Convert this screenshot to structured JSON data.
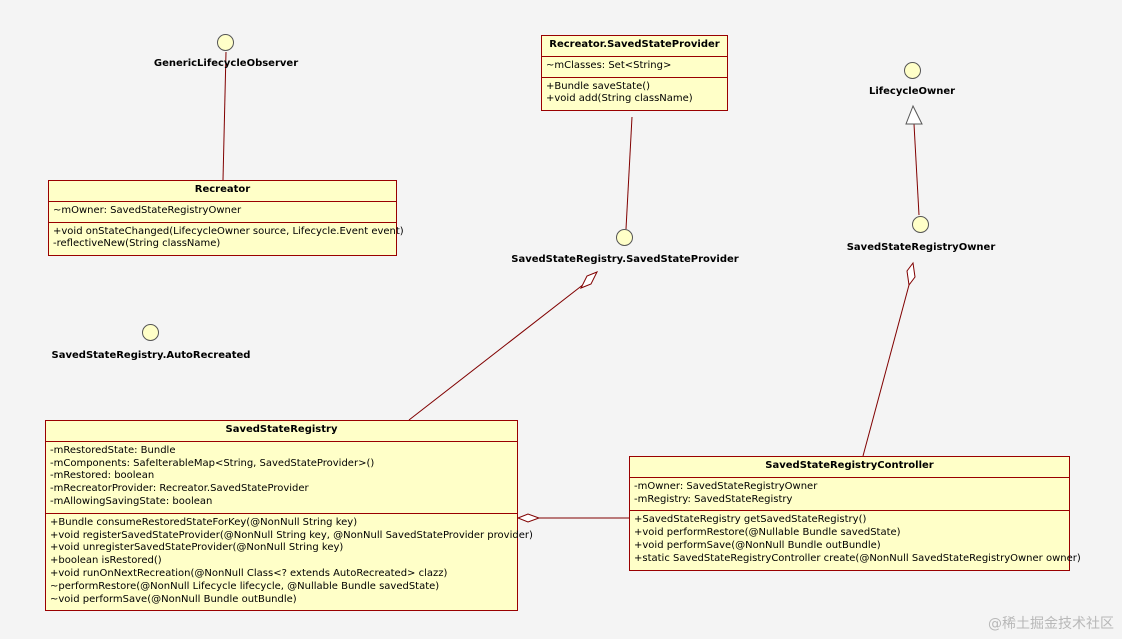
{
  "interfaces": {
    "generic_lifecycle_observer": "GenericLifecycleObserver",
    "lifecycle_owner": "LifecycleOwner",
    "saved_state_registry_owner": "SavedStateRegistryOwner",
    "saved_state_provider": "SavedStateRegistry.SavedStateProvider",
    "auto_recreated": "SavedStateRegistry.AutoRecreated"
  },
  "recreator_provider": {
    "name": "Recreator.SavedStateProvider",
    "attributes": [
      "~mClasses:  Set<String>"
    ],
    "operations": [
      "+Bundle saveState()",
      "+void add(String className)"
    ]
  },
  "recreator": {
    "name": "Recreator",
    "attributes": [
      "~mOwner:  SavedStateRegistryOwner"
    ],
    "operations": [
      "+void onStateChanged(LifecycleOwner source, Lifecycle.Event event)",
      "-reflectiveNew(String className)"
    ]
  },
  "saved_state_registry": {
    "name": "SavedStateRegistry",
    "attributes": [
      "-mRestoredState:  Bundle",
      "-mComponents:  SafeIterableMap<String, SavedStateProvider>()",
      "-mRestored:  boolean",
      "-mRecreatorProvider:  Recreator.SavedStateProvider",
      "-mAllowingSavingState:  boolean"
    ],
    "operations": [
      "+Bundle consumeRestoredStateForKey(@NonNull String key)",
      "+void registerSavedStateProvider(@NonNull String key, @NonNull SavedStateProvider provider)",
      "+void unregisterSavedStateProvider(@NonNull String key)",
      "+boolean isRestored()",
      "+void runOnNextRecreation(@NonNull Class<? extends AutoRecreated> clazz)",
      "~performRestore(@NonNull Lifecycle lifecycle, @Nullable Bundle savedState)",
      "~void performSave(@NonNull Bundle outBundle)"
    ]
  },
  "controller": {
    "name": "SavedStateRegistryController",
    "attributes": [
      "-mOwner:  SavedStateRegistryOwner",
      "-mRegistry:  SavedStateRegistry"
    ],
    "operations": [
      "+SavedStateRegistry getSavedStateRegistry()",
      "+void performRestore(@Nullable Bundle savedState)",
      "+void performSave(@NonNull Bundle outBundle)",
      "+static SavedStateRegistryController create(@NonNull SavedStateRegistryOwner owner)"
    ]
  },
  "watermark": "@稀土掘金技术社区",
  "colors": {
    "box_fill": "#ffffc8",
    "box_border": "#990000",
    "line": "#800000",
    "background": "#f4f4f4"
  }
}
